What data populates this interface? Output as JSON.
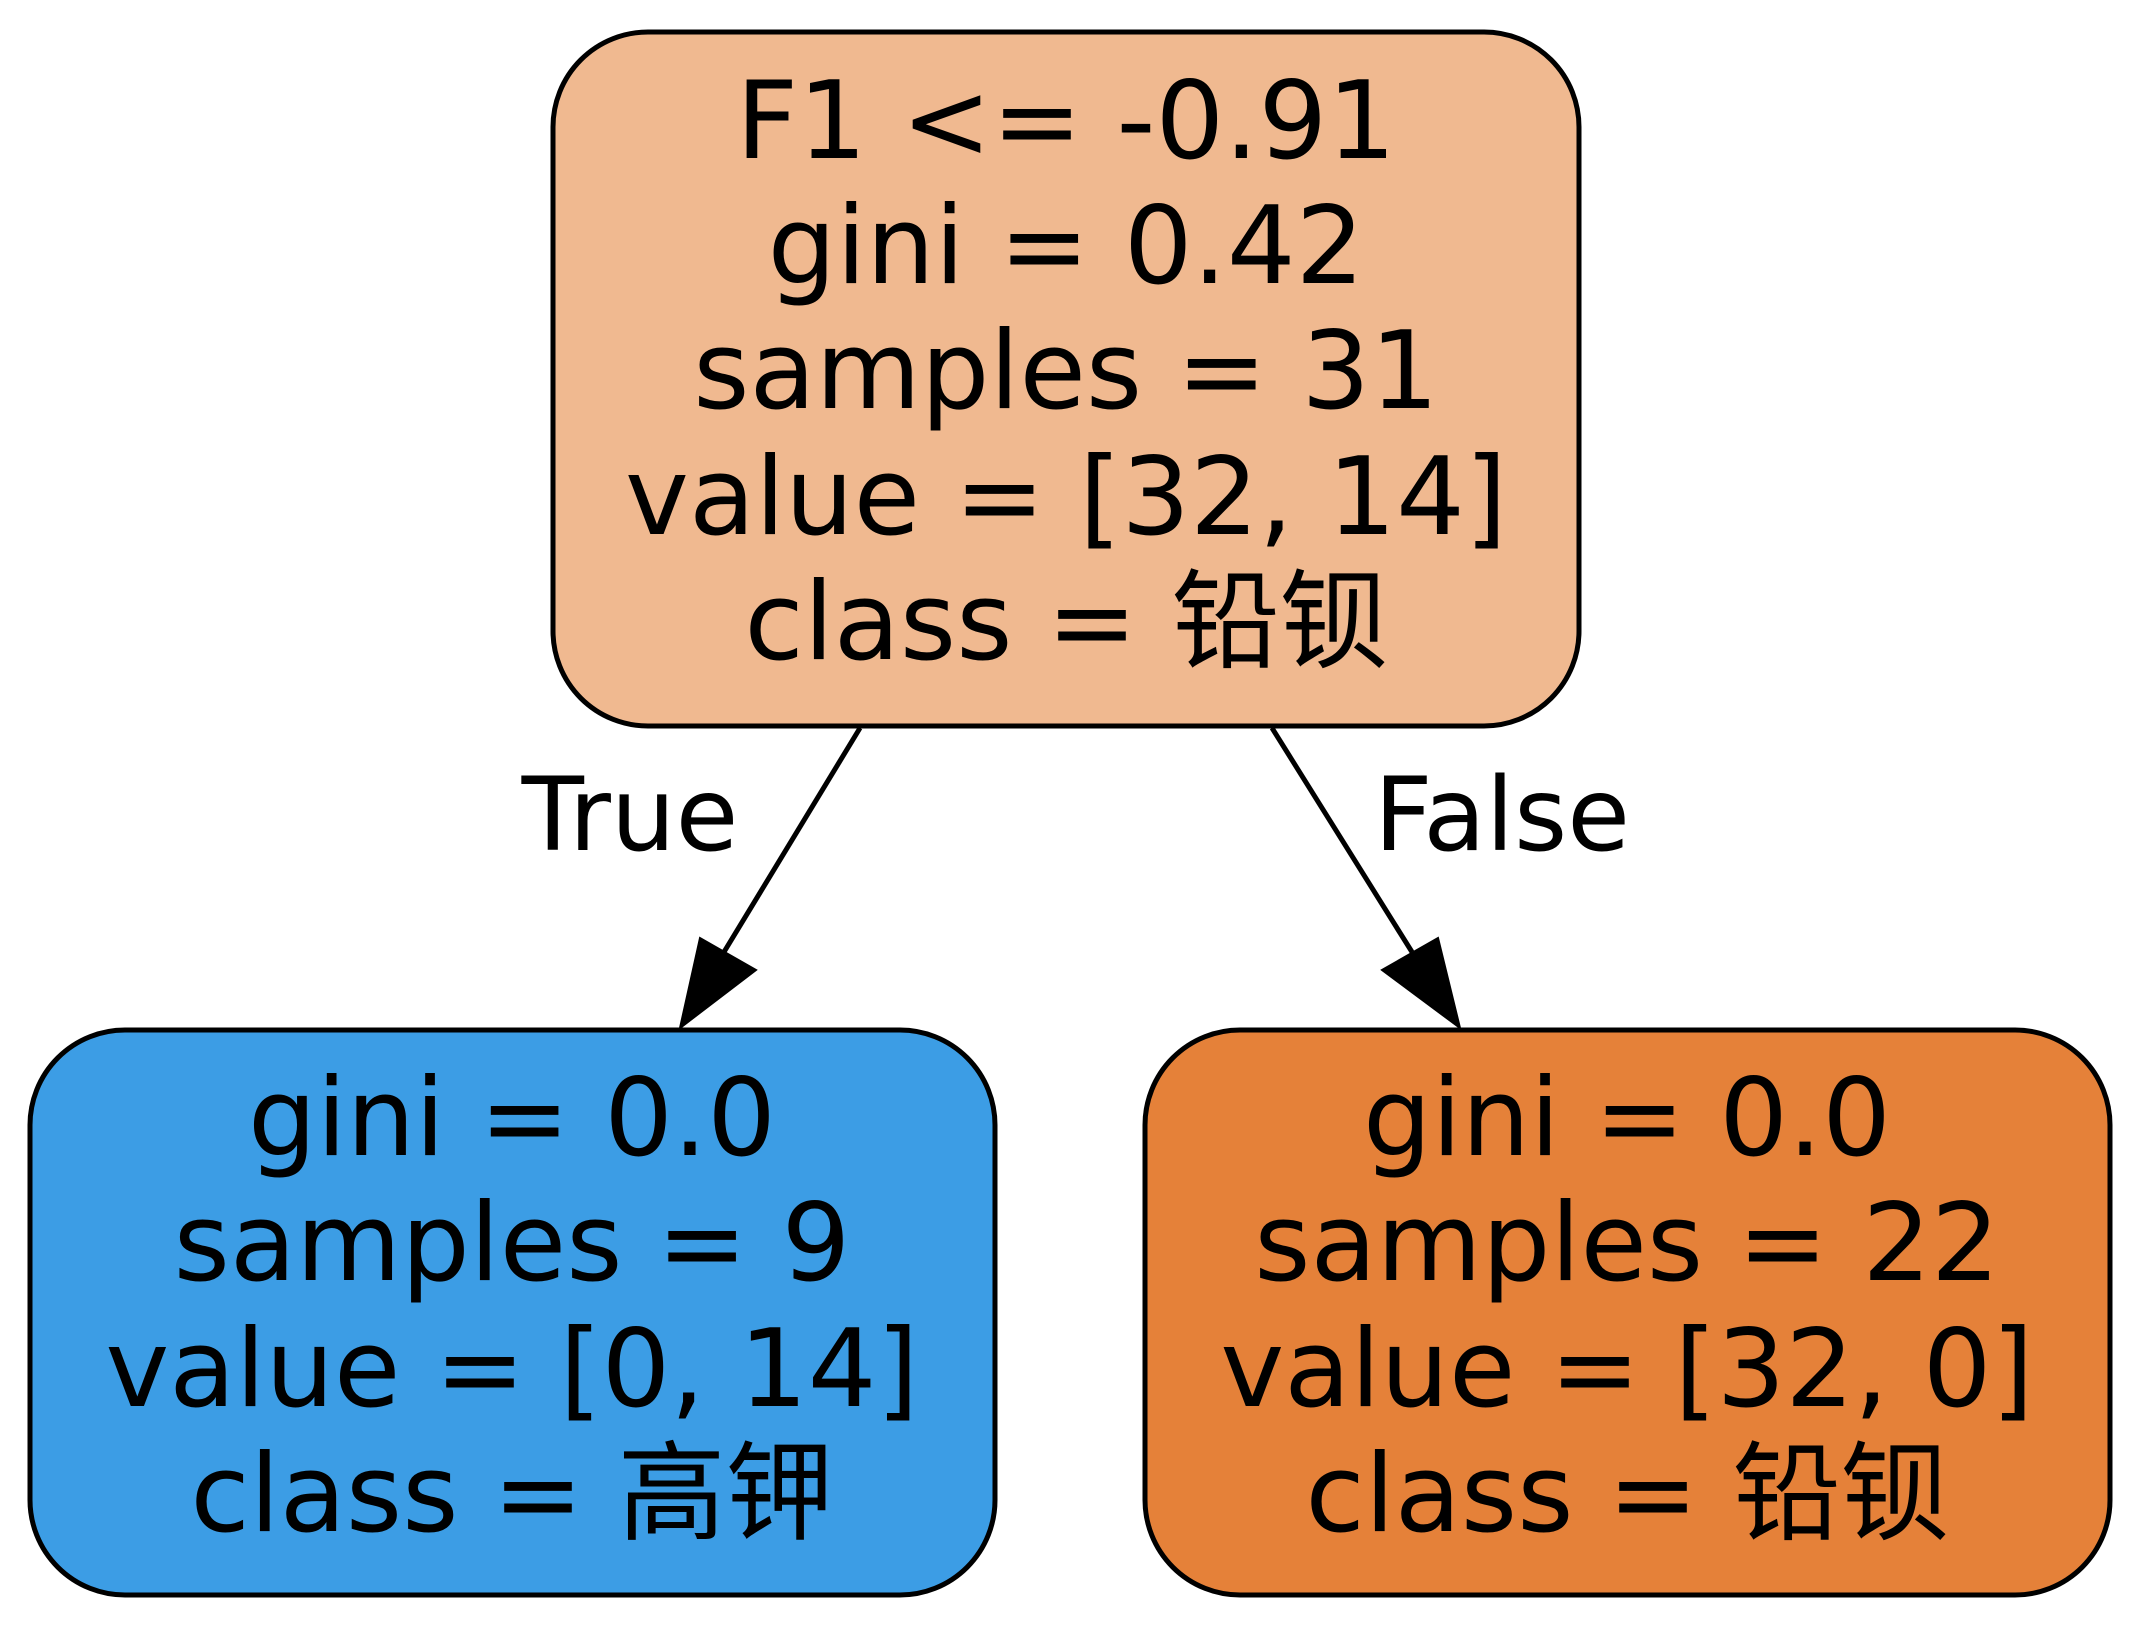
{
  "tree": {
    "root": {
      "split": "F1 <= -0.91",
      "gini": "gini = 0.42",
      "samples": "samples = 31",
      "value": "value = [32, 14]",
      "class": "class = 铅钡",
      "fill": "#f0b990"
    },
    "left": {
      "gini": "gini = 0.0",
      "samples": "samples = 9",
      "value": "value = [0, 14]",
      "class": "class = 高钾",
      "fill": "#3c9de5"
    },
    "right": {
      "gini": "gini = 0.0",
      "samples": "samples = 22",
      "value": "value = [32, 0]",
      "class": "class = 铅钡",
      "fill": "#e58139"
    },
    "edges": {
      "true_label": "True",
      "false_label": "False"
    }
  }
}
